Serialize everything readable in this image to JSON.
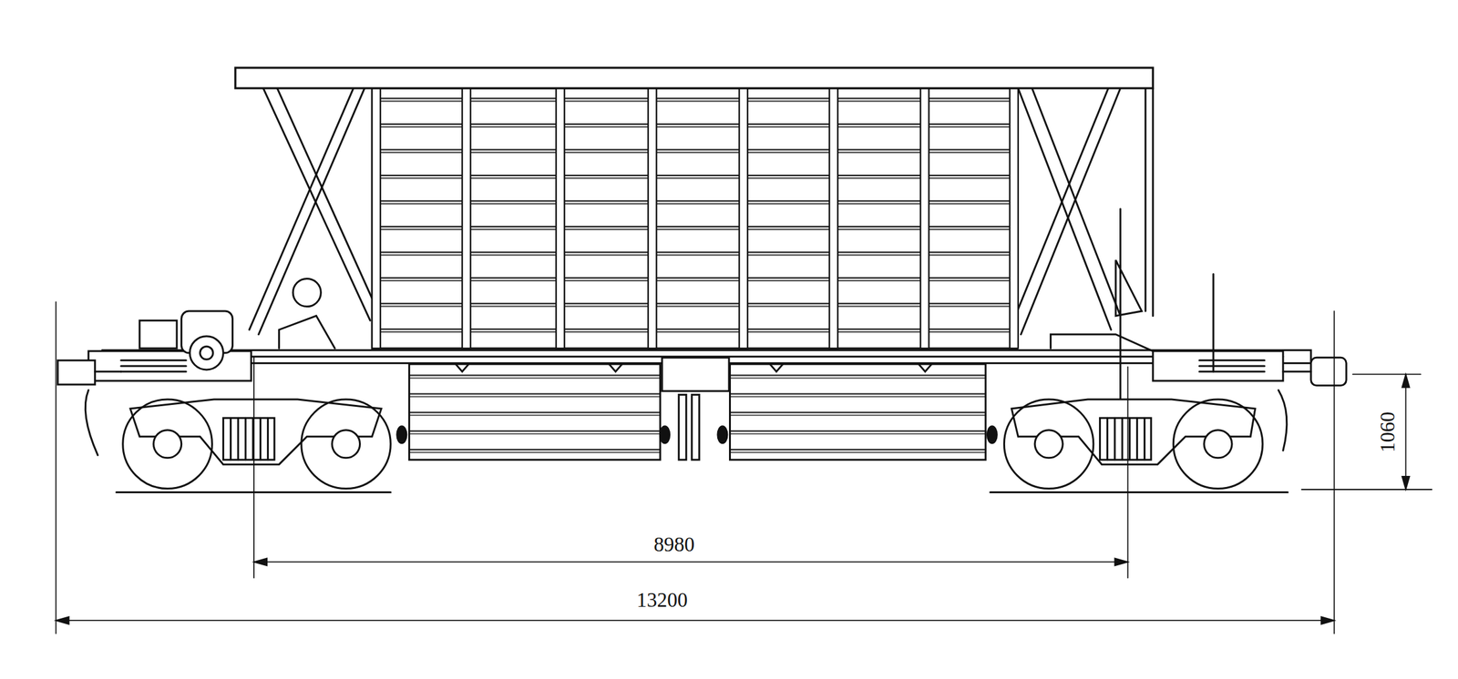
{
  "diagram": {
    "labels": [
      "8980",
      "13200",
      "1060"
    ]
  }
}
